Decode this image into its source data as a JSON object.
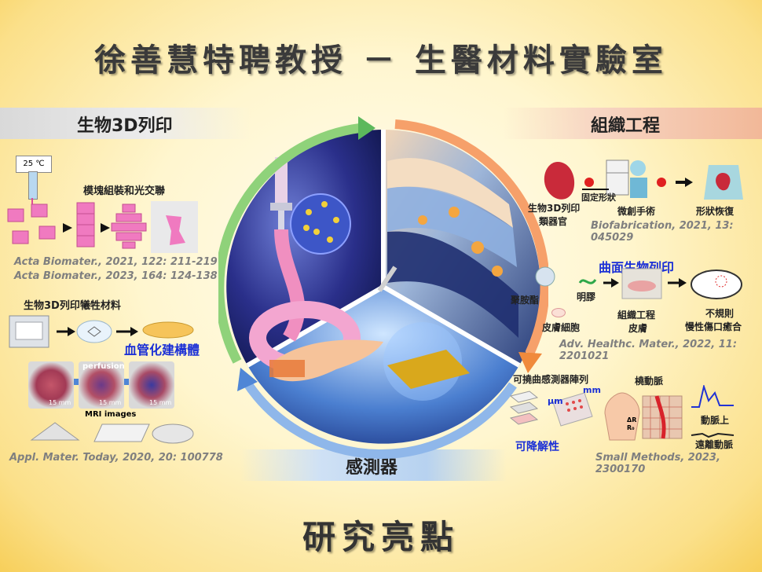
{
  "title": "徐善慧特聘教授 － 生醫材料實驗室",
  "footer": "研究亮點",
  "sections": {
    "bioprint": {
      "header": "生物3D列印",
      "temp": "25 ℃",
      "modular_label": "模塊組裝和光交聯",
      "cite1": "Acta Biomater., 2021, 122: 211-219",
      "cite2": "Acta Biomater., 2023, 164: 124-138",
      "sacrificial_label": "生物3D列印犧牲材料",
      "vascular_label": "血管化建構體",
      "perfusion": "perfusion",
      "scale1": "15 mm",
      "scale2": "15 mm",
      "scale3": "15 mm",
      "mri": "MRI images",
      "cite3": "Appl. Mater. Today, 2020, 20: 100778"
    },
    "tissue": {
      "header": "組織工程",
      "organ_label_1": "生物3D列印",
      "organ_label_2": "類器官",
      "fix_shape": "固定形狀",
      "surgery": "微創手術",
      "recover": "形狀恢復",
      "cite1": "Biofabrication, 2021, 13: 045029",
      "curved_title": "曲面生物列印",
      "pu": "聚胺酯",
      "gelatin": "明膠",
      "skin_cell": "皮膚細胞",
      "tissue_skin_1": "組織工程",
      "tissue_skin_2": "皮膚",
      "irregular_1": "不規則",
      "irregular_2": "慢性傷口癒合",
      "cite2": "Adv. Healthc. Mater., 2022, 11: 2201021"
    },
    "sensor": {
      "header": "感測器",
      "flex_array": "可撓曲感測器陣列",
      "radial": "橈動脈",
      "um": "μm",
      "mm": "mm",
      "ratio_top": "ΔR",
      "ratio_bot": "R₀",
      "degradable": "可降解性",
      "upper": "動脈上",
      "away": "遠離動脈",
      "cite": "Small Methods, 2023, 2300170"
    }
  },
  "colors": {
    "arrow_green": "#5cb85c",
    "arrow_orange": "#f08a3c",
    "arrow_blue": "#4f86d6",
    "accent_blue": "#1a2fd6"
  }
}
